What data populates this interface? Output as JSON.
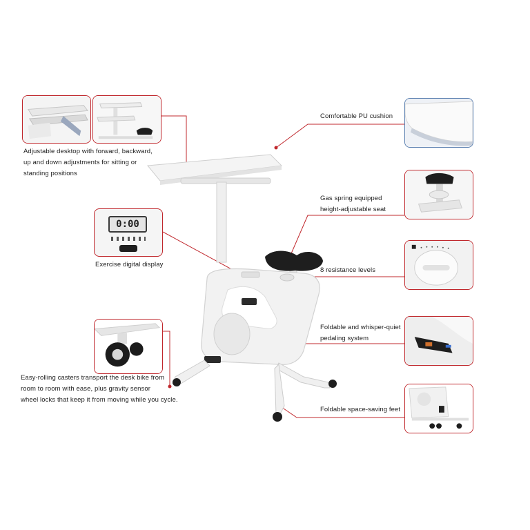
{
  "callouts": {
    "desktop": {
      "lines": [
        "Adjustable desktop with forward, backward,",
        "up and down adjustments for sitting or",
        "standing positions"
      ]
    },
    "display": {
      "lines": [
        "Exercise digital display"
      ]
    },
    "display_readout": "0:00",
    "casters": {
      "lines": [
        "Easy-rolling casters transport the desk bike from",
        "room to room with ease, plus gravity sensor",
        "wheel locks that keep it from moving while you cycle."
      ]
    },
    "cushion": {
      "lines": [
        "Comfortable PU cushion"
      ]
    },
    "seat": {
      "lines": [
        "Gas spring equipped",
        "height-adjustable seat"
      ]
    },
    "resistance": {
      "lines": [
        "8 resistance levels"
      ]
    },
    "pedaling": {
      "lines": [
        "Foldable and whisper-quiet",
        "pedaling system"
      ]
    },
    "feet": {
      "lines": [
        "Foldable space-saving feet"
      ]
    }
  },
  "colors": {
    "accent_red": "#c0282d",
    "inset_blue": "#5a7fb0",
    "frame_white": "#f2f2f2",
    "seat_black": "#1e1e1e"
  }
}
